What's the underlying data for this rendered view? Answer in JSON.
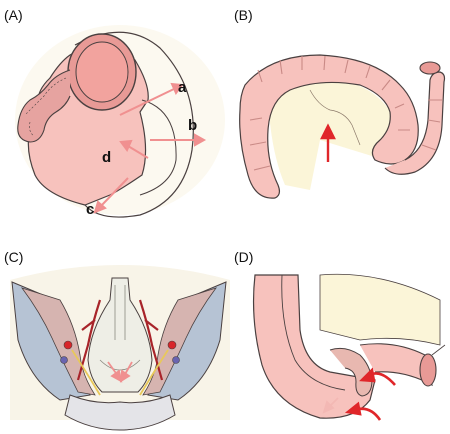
{
  "panels": {
    "A": {
      "label": "(A)",
      "markers": [
        "a",
        "b",
        "c",
        "d"
      ]
    },
    "B": {
      "label": "(B)"
    },
    "C": {
      "label": "(C)"
    },
    "D": {
      "label": "(D)"
    }
  },
  "colors": {
    "tissue": "#f7c2bd",
    "tissue_dark": "#e89a96",
    "tissue_deep": "#f2a39e",
    "outline": "#4a4040",
    "mesentery": "#fbf5d8",
    "bone": "#b6c3d4",
    "muscle": "#d6b4b0",
    "vessel": "#a8242a",
    "arrow_red": "#e0262a",
    "arrow_pink": "#f09090",
    "pelvic_floor": "#eeeee6"
  }
}
